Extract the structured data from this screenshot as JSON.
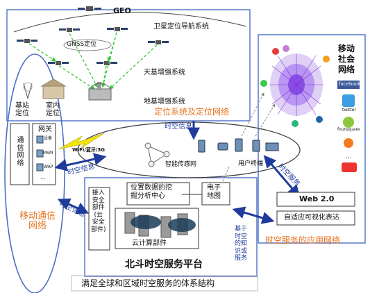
{
  "labels": {
    "geo": "GEO",
    "satellite_nav": "卫星定位导航系统",
    "gnss": "GNSS定位",
    "space_aug": "天基增强系统",
    "ground_aug": "地基增强系统",
    "positioning_systems": "定位系统及定位网络",
    "base_station": "基站\n定位",
    "indoor": "室内\n定位",
    "comm_network": "通信网络",
    "gateway": "网关",
    "gw_items": [
      "设备",
      "MSM",
      "WAP",
      "..."
    ],
    "wifi": "WiFi/蓝牙/3G",
    "spatiotemporal_info_top": "时空信息",
    "spatiotemporal_info_left": "时空信息",
    "spatiotemporal_info_lower": "时空信息",
    "sensor_net": "智能传感网",
    "user_terminal": "用户终端",
    "mobile_comm": "移动通信\n网络",
    "mobile_social": "移动\n社会\n网络",
    "social_brands": [
      "facebook",
      "twitter",
      "foursquare"
    ],
    "social_ellipsis": "...",
    "spatiotemporal_service": "时空服务",
    "access_security": "接入\n安全\n部件\n(云\n安全\n部件)",
    "location_mining": "位置数据的挖\n掘分析中心",
    "emap": "电子\n地图",
    "cloud_components": "云计算部件",
    "web20": "Web 2.0",
    "adaptive_vis": "自适应可视化表达",
    "knowledge_service": "基于\n时空\n的知\n识或\n服务",
    "beidou_platform": "北斗时空服务平台",
    "app_network": "时空服务的应用网络",
    "caption": "满足全球和区域时空服务的体系结构"
  },
  "colors": {
    "blue": "#1f3c9c",
    "orange": "#e8731e",
    "green_dash": "#33cc33",
    "purple": "#8a2be2"
  }
}
